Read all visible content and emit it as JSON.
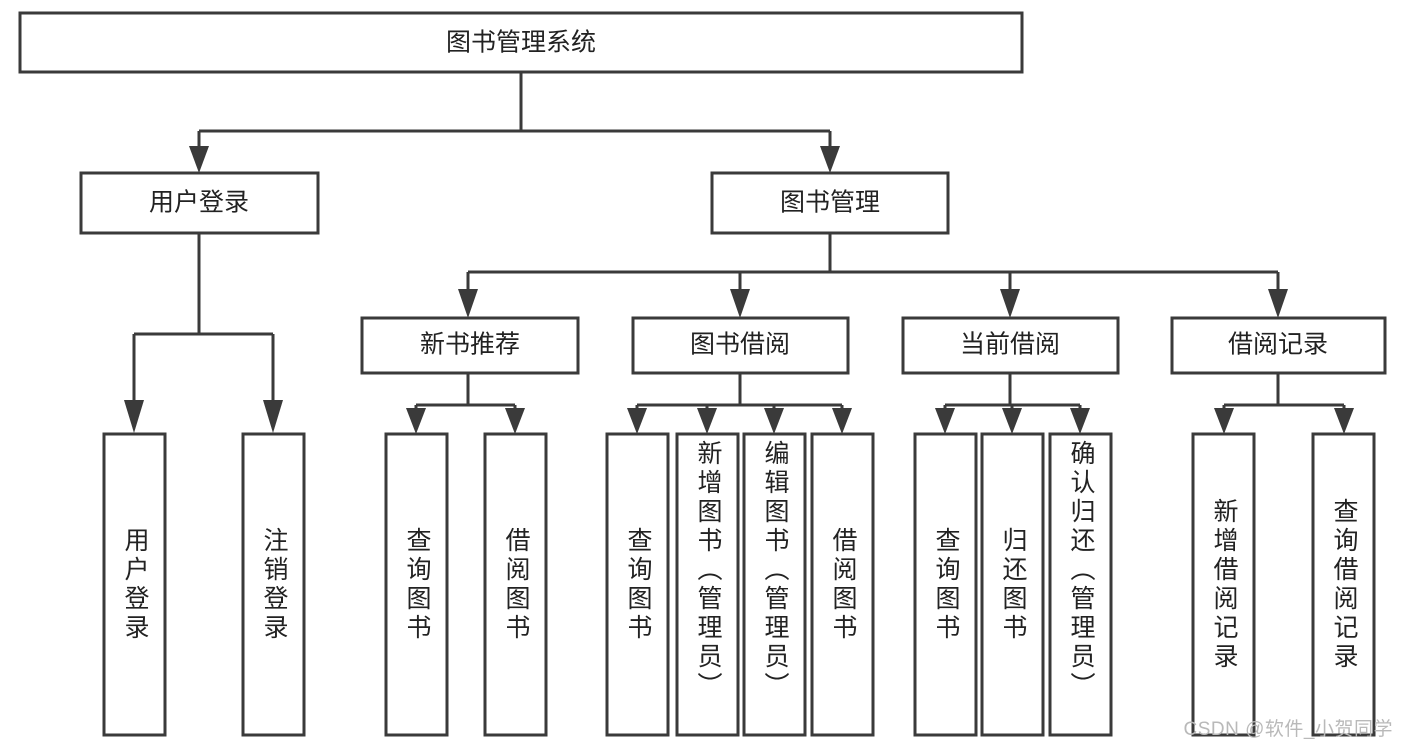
{
  "diagram": {
    "title": "图书管理系统",
    "type": "tree",
    "orientation": "top-down",
    "colors": {
      "box_stroke": "#3a3a3a",
      "box_fill": "#ffffff",
      "connector": "#3a3a3a",
      "text": "#222222",
      "background": "#ffffff",
      "watermark": "#b9b9b9"
    },
    "root": {
      "label": "图书管理系统"
    },
    "level2": [
      {
        "label": "用户登录"
      },
      {
        "label": "图书管理"
      }
    ],
    "level3": [
      {
        "label": "新书推荐"
      },
      {
        "label": "图书借阅"
      },
      {
        "label": "当前借阅"
      },
      {
        "label": "借阅记录"
      }
    ],
    "leaves": {
      "user_login": [
        {
          "label": "用户登录"
        },
        {
          "label": "注销登录"
        }
      ],
      "new_book_recommend": [
        {
          "label": "查询图书"
        },
        {
          "label": "借阅图书"
        }
      ],
      "book_borrow": [
        {
          "label": "查询图书"
        },
        {
          "label": "新增图书（管理员）"
        },
        {
          "label": "编辑图书（管理员）"
        },
        {
          "label": "借阅图书"
        }
      ],
      "current_borrow": [
        {
          "label": "查询图书"
        },
        {
          "label": "归还图书"
        },
        {
          "label": "确认归还（管理员）"
        }
      ],
      "borrow_record": [
        {
          "label": "新增借阅记录"
        },
        {
          "label": "查询借阅记录"
        }
      ]
    }
  },
  "watermark": {
    "text": "CSDN @软件_小贺同学"
  }
}
